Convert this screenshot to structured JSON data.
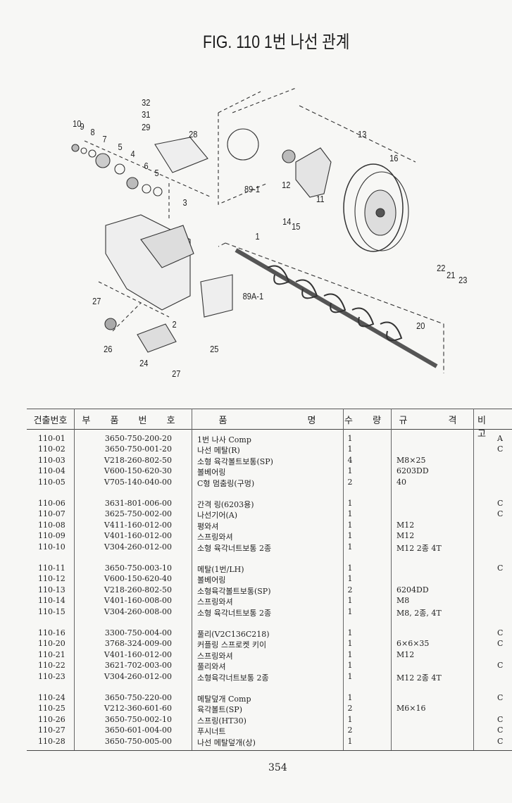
{
  "title": "FIG. 110 1번 나선 관계",
  "diagram_labels": [
    "32",
    "31",
    "29",
    "28",
    "10",
    "9",
    "8",
    "7",
    "5",
    "4",
    "6",
    "5",
    "3",
    "13",
    "16",
    "12",
    "89-1",
    "11",
    "14",
    "15",
    "1",
    "22",
    "21",
    "23",
    "27",
    "26",
    "24",
    "25",
    "27",
    "20",
    "89A-1",
    "2"
  ],
  "table": {
    "headers": [
      "건출번호",
      "부 품 번 호",
      "품 명",
      "수 량",
      "규 격",
      "비 고"
    ],
    "groups": [
      [
        [
          "110-01",
          "3650-750-200-20",
          "1번 나사 Comp",
          "1",
          "",
          "A"
        ],
        [
          "110-02",
          "3650-750-001-20",
          "나선 메탈(R)",
          "1",
          "",
          "C"
        ],
        [
          "110-03",
          "V218-260-802-50",
          "소형 육각볼트보통(SP)",
          "4",
          "M8×25",
          ""
        ],
        [
          "110-04",
          "V600-150-620-30",
          "볼베어링",
          "1",
          "6203DD",
          ""
        ],
        [
          "110-05",
          "V705-140-040-00",
          "C형 멈춤링(구멍)",
          "2",
          "40",
          ""
        ]
      ],
      [
        [
          "110-06",
          "3631-801-006-00",
          "간격 링(6203용)",
          "1",
          "",
          "C"
        ],
        [
          "110-07",
          "3625-750-002-00",
          "나선기어(A)",
          "1",
          "",
          "C"
        ],
        [
          "110-08",
          "V411-160-012-00",
          "평와셔",
          "1",
          "M12",
          ""
        ],
        [
          "110-09",
          "V401-160-012-00",
          "스프링와셔",
          "1",
          "M12",
          ""
        ],
        [
          "110-10",
          "V304-260-012-00",
          "소형 육각너트보통 2종",
          "1",
          "M12 2종 4T",
          ""
        ]
      ],
      [
        [
          "110-11",
          "3650-750-003-10",
          "메탈(1번/LH)",
          "1",
          "",
          "C"
        ],
        [
          "110-12",
          "V600-150-620-40",
          "볼베어링",
          "1",
          "",
          ""
        ],
        [
          "110-13",
          "V218-260-802-50",
          "소형육각볼트보통(SP)",
          "2",
          "6204DD",
          ""
        ],
        [
          "110-14",
          "V401-160-008-00",
          "스프링와셔",
          "1",
          "M8",
          ""
        ],
        [
          "110-15",
          "V304-260-008-00",
          "소형 육각너트보통 2종",
          "1",
          "M8, 2종, 4T",
          ""
        ]
      ],
      [
        [
          "110-16",
          "3300-750-004-00",
          "풀리(V2C136C218)",
          "1",
          "",
          "C"
        ],
        [
          "110-20",
          "3768-324-009-00",
          "커플링 스프로켓 키이",
          "1",
          "6×6×35",
          "C"
        ],
        [
          "110-21",
          "V401-160-012-00",
          "스프링와셔",
          "1",
          "M12",
          ""
        ],
        [
          "110-22",
          "3621-702-003-00",
          "풀리와셔",
          "1",
          "",
          "C"
        ],
        [
          "110-23",
          "V304-260-012-00",
          "소형육각너트보통 2종",
          "1",
          "M12 2종 4T",
          ""
        ]
      ],
      [
        [
          "110-24",
          "3650-750-220-00",
          "메탈덮개 Comp",
          "1",
          "",
          "C"
        ],
        [
          "110-25",
          "V212-360-601-60",
          "육각볼트(SP)",
          "2",
          "M6×16",
          ""
        ],
        [
          "110-26",
          "3650-750-002-10",
          "스프링(HT30)",
          "1",
          "",
          "C"
        ],
        [
          "110-27",
          "3650-601-004-00",
          "푸시너트",
          "2",
          "",
          "C"
        ],
        [
          "110-28",
          "3650-750-005-00",
          "나선 메탈덮개(상)",
          "1",
          "",
          "C"
        ]
      ]
    ]
  },
  "page_number": "354"
}
